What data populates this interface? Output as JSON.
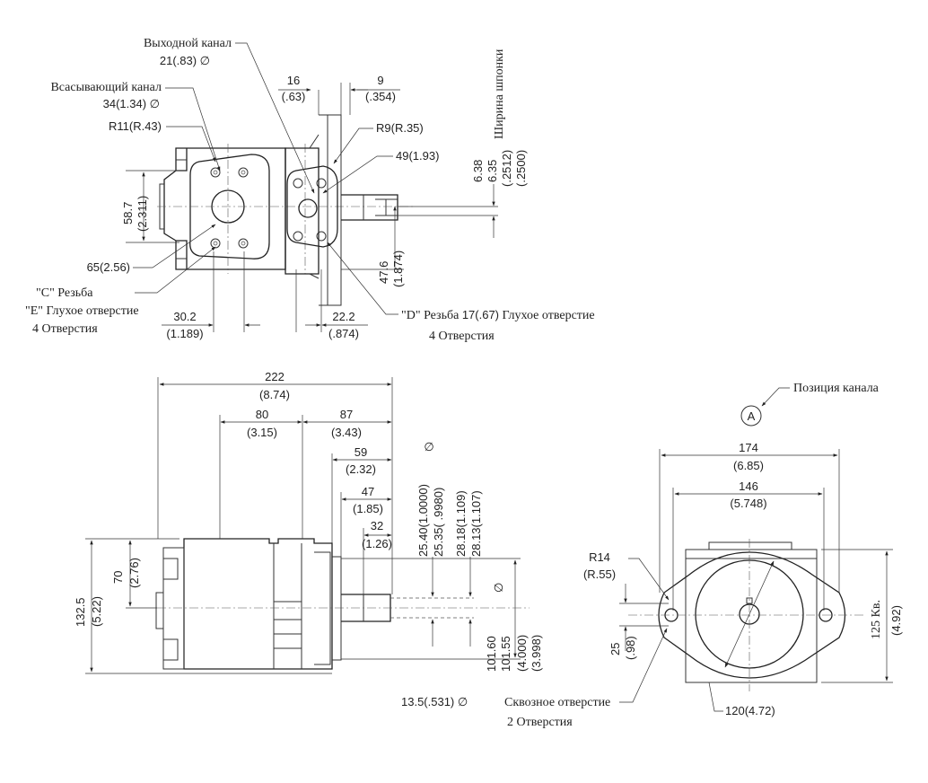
{
  "top_view": {
    "outlet_label": "Выходной канал",
    "outlet_size": "21(.83) ∅",
    "inlet_label": "Всасывающий канал",
    "inlet_size": "34(1.34) ∅",
    "r11": "R11(R.43)",
    "r9": "R9(R.35)",
    "d16": "16",
    "d16_in": "(.63)",
    "d9": "9",
    "d9_in": "(.354)",
    "d49": "49(1.93)",
    "key_width_label": "Ширина шпонки",
    "key_6_38": "6.38",
    "key_6_35": "6.35",
    "key_2512": "(.2512)",
    "key_2500": "(.2500)",
    "d58": "58.7",
    "d58_in": "(2.311)",
    "d47": "47.6",
    "d47_in": "(1.874)",
    "d65": "65(2.56)",
    "c_thread_q1": "\"",
    "c_thread_letter": "C",
    "c_thread_q2": "\"",
    "c_thread_text": " Резьба",
    "e_blind_q1": "\"",
    "e_blind_letter": "E",
    "e_blind_q2": "\"",
    "e_blind_text": " Глухое отверстие",
    "holes4_left": "4 Отверстия",
    "d30": "30.2",
    "d30_in": "(1.189)",
    "d22": "22.2",
    "d22_in": "(.874)",
    "d_thread_q1": "\"",
    "d_thread_letter": "D",
    "d_thread_q2": "\"",
    "d_thread_text": " Резьба ",
    "d_thread_size": "17(.67)",
    "d_thread_tail": " Глухое отверстие",
    "holes4_right": "4 Отверстия"
  },
  "side_view": {
    "d222": "222",
    "d222_in": "(8.74)",
    "d80": "80",
    "d80_in": "(3.15)",
    "d87": "87",
    "d87_in": "(3.43)",
    "d59": "59",
    "d59_in": "(2.32)",
    "d47": "47",
    "d47_in": "(1.85)",
    "d32": "32",
    "d32_in": "(1.26)",
    "dia_symbol": "∅",
    "s25_40": "25.40(1.0000)",
    "s25_35": "25.35( .9980)",
    "s28_18": "28.18(1.109)",
    "s28_13": "28.13(1.107)",
    "h132": "132.5",
    "h132_in": "(5.22)",
    "h70": "70",
    "h70_in": "(2.76)",
    "p101_60": "101.60",
    "p101_55": "101.55",
    "p4000": "(4.000)",
    "p3998": "(3.998)",
    "dia_symbol2": "∅"
  },
  "front_view": {
    "port_position": "Позиция канала",
    "port_letter": "A",
    "d174": "174",
    "d174_in": "(6.85)",
    "d146": "146",
    "d146_in": "(5.748)",
    "r14": "R14",
    "r14_in": "(R.55)",
    "d25": "25",
    "d25_in": "(.98)",
    "sq125": "125 Кв.",
    "sq125_in": "(4.92)",
    "d120": "120(4.72)",
    "through_size": "13.5(.531) ∅",
    "through_text": "Сквозное отверстие",
    "holes2": "2 Отверстия"
  }
}
